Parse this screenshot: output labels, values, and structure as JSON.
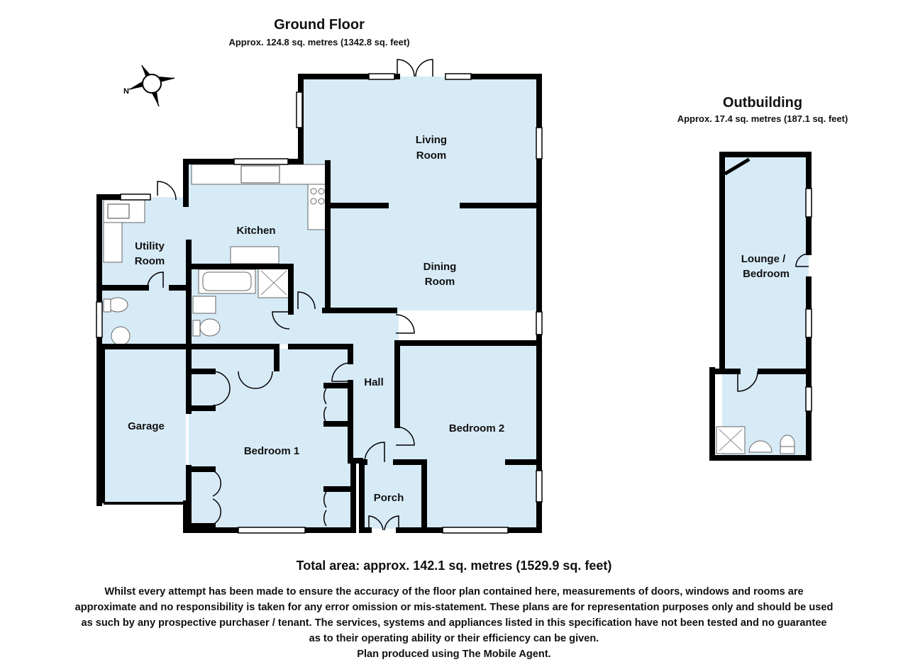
{
  "ground_floor": {
    "title": "Ground Floor",
    "area": "Approx. 124.8 sq. metres (1342.8 sq. feet)"
  },
  "outbuilding": {
    "title": "Outbuilding",
    "area": "Approx.  17.4 sq. metres (187.1 sq. feet)"
  },
  "rooms": {
    "living_room": [
      "Living",
      "Room"
    ],
    "kitchen": "Kitchen",
    "utility_room": [
      "Utility",
      "Room"
    ],
    "dining_room": [
      "Dining",
      "Room"
    ],
    "hall": "Hall",
    "garage": "Garage",
    "bedroom_1": "Bedroom 1",
    "bedroom_2": "Bedroom 2",
    "porch": "Porch",
    "lounge_bedroom": [
      "Lounge /",
      "Bedroom"
    ]
  },
  "compass_letter": "N",
  "total_area": "Total area: approx. 142.1 sq. metres (1529.9 sq. feet)",
  "disclaimer": [
    "Whilst every attempt has been made to ensure the accuracy of the floor plan contained here, measurements of doors, windows and rooms are",
    "approximate and no responsibility is taken for any error omission or mis-statement. These plans are for representation purposes only and should be used",
    "as such by any prospective purchaser / tenant. The services, systems and appliances listed in this specification have not been tested and no guarantee",
    "as to their operating ability or their efficiency can be given.",
    "Plan produced using The Mobile Agent."
  ],
  "colors": {
    "floor_fill": "#d7ebf7",
    "wall": "#000000",
    "background": "#ffffff"
  }
}
